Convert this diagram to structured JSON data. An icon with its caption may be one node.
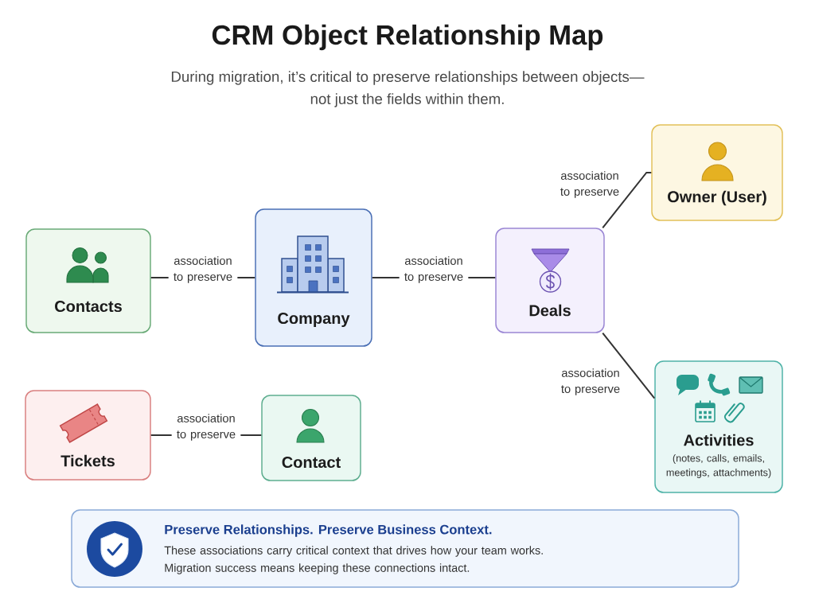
{
  "diagram": {
    "title": "CRM Object Relationship Map",
    "nodes": [
      {
        "text": [
          "Contacts"
        ]
      },
      {
        "text": [
          "Company"
        ]
      },
      {
        "text": [
          "Deals"
        ]
      },
      {
        "text": [
          "Owner (User)"
        ]
      },
      {
        "text": [
          "Activities",
          "(notes, calls, emails, meetings, attachments)"
        ]
      },
      {
        "text": [
          "Tickets"
        ]
      },
      {
        "text": [
          "Contact"
        ]
      },
      {
        "text": [
          "Preserve Relationships. Preserve Business Context.",
          "These associations carry critical context that drives how your team works. Migration success means keeping these connections intact."
        ]
      }
    ],
    "edges": [
      {
        "from": 0,
        "to": 1,
        "arrow": "none",
        "label": "association to preserve"
      },
      {
        "from": 1,
        "to": 2,
        "arrow": "none",
        "label": "association to preserve"
      },
      {
        "from": 2,
        "to": 3,
        "arrow": "none",
        "label": "association to preserve"
      },
      {
        "from": 2,
        "to": 4,
        "arrow": "none",
        "label": "association to preserve"
      },
      {
        "from": 5,
        "to": 6,
        "arrow": "none",
        "label": "association to preserve"
      }
    ],
    "labels": [
      "During migration, it’s critical to preserve relationships between objects— not just the fields within them."
    ]
  }
}
